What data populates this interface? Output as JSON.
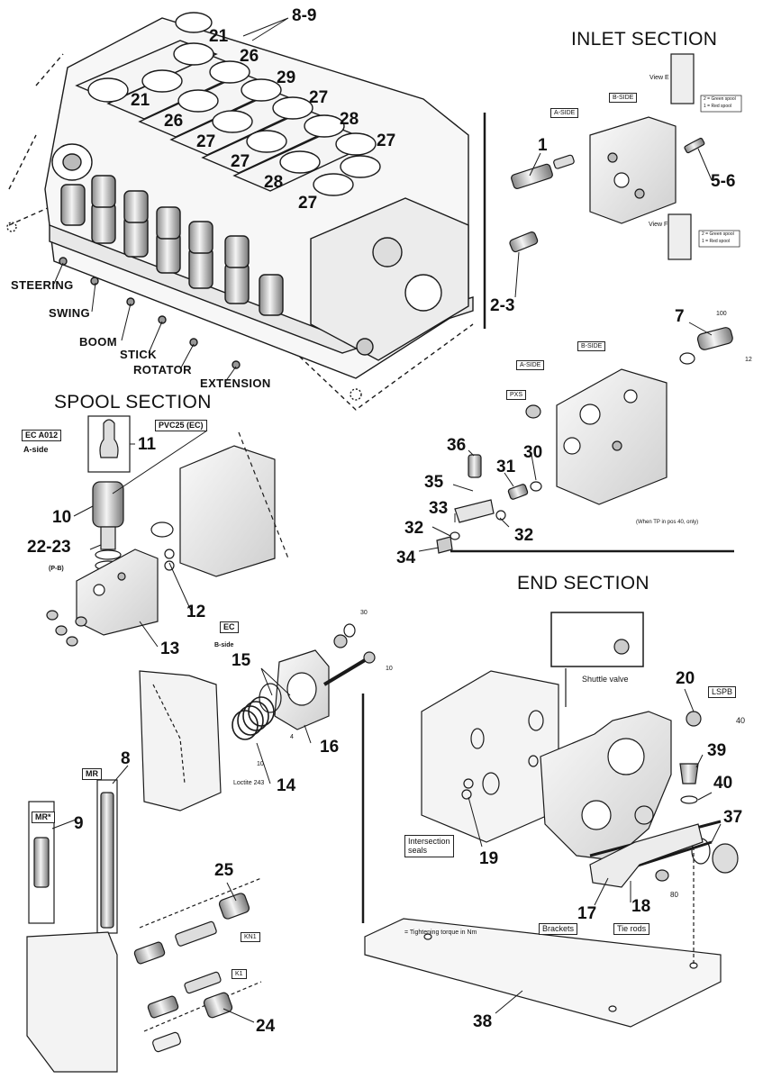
{
  "sections": {
    "inlet": "INLET SECTION",
    "spool": "SPOOL SECTION",
    "end": "END SECTION"
  },
  "function_labels": [
    "STEERING",
    "SWING",
    "BOOM",
    "STICK",
    "ROTATOR",
    "EXTENSION"
  ],
  "top_callouts": {
    "c8_9": "8-9",
    "c21a": "21",
    "c21b": "21",
    "c26a": "26",
    "c26b": "26",
    "c29": "29",
    "c27a": "27",
    "c27b": "27",
    "c27c": "27",
    "c27d": "27",
    "c27e": "27",
    "c28a": "28",
    "c28b": "28"
  },
  "inlet_callouts": {
    "c1": "1",
    "c5_6": "5-6",
    "c2_3": "2-3",
    "c7": "7",
    "c36": "36",
    "c35": "35",
    "c31": "31",
    "c30": "30",
    "c33": "33",
    "c32a": "32",
    "c32b": "32",
    "c34": "34"
  },
  "inlet_small": {
    "a_side": "A-SIDE",
    "b_side": "B-SIDE",
    "a_side2": "A-SIDE",
    "b_side2": "B-SIDE",
    "pxs": "PXS",
    "view_e": "View E",
    "view_f": "View F",
    "speed_note_a": "2 = Green spool",
    "speed_note_b": "1 = Red spool",
    "speed_note_c": "2 = Green spool",
    "speed_note_d": "1 = Red spool",
    "tp_note": "(When TP in pos 40, only)",
    "t100": "100",
    "t12": "12"
  },
  "spool_callouts": {
    "ec_a012": "EC A012",
    "a_side": "A-side",
    "pvc25": "PVC25 (EC)",
    "c11": "11",
    "c10": "10",
    "c22_23": "22-23",
    "p_b": "(P-B)",
    "c12": "12",
    "c13": "13",
    "ec": "EC",
    "b_side": "B-side",
    "c15": "15",
    "c16": "16",
    "c14": "14",
    "loctite": "Loctite 243",
    "t30": "30",
    "t10a": "10",
    "t10b": "10",
    "four": "4"
  },
  "lower_callouts": {
    "mr": "MR",
    "mr_star": "MR*",
    "c8": "8",
    "c9": "9",
    "c25": "25",
    "c24": "24",
    "kn1": "KN1",
    "k1": "K1"
  },
  "end_callouts": {
    "shuttle": "Shuttle valve",
    "c20": "20",
    "lspb": "LSPB",
    "t40": "40",
    "c39": "39",
    "c40": "40",
    "c37": "37",
    "c19": "19",
    "c17": "17",
    "c18": "18",
    "c38": "38",
    "intersection": "Intersection\nseals",
    "brackets": "Brackets",
    "tie_rods": "Tie rods",
    "t80": "80",
    "torque_note": "= Tightening torque in Nm"
  },
  "colors": {
    "line": "#1a1a1a",
    "fill": "#f2f2f2",
    "shade": "#bdbdbd"
  }
}
